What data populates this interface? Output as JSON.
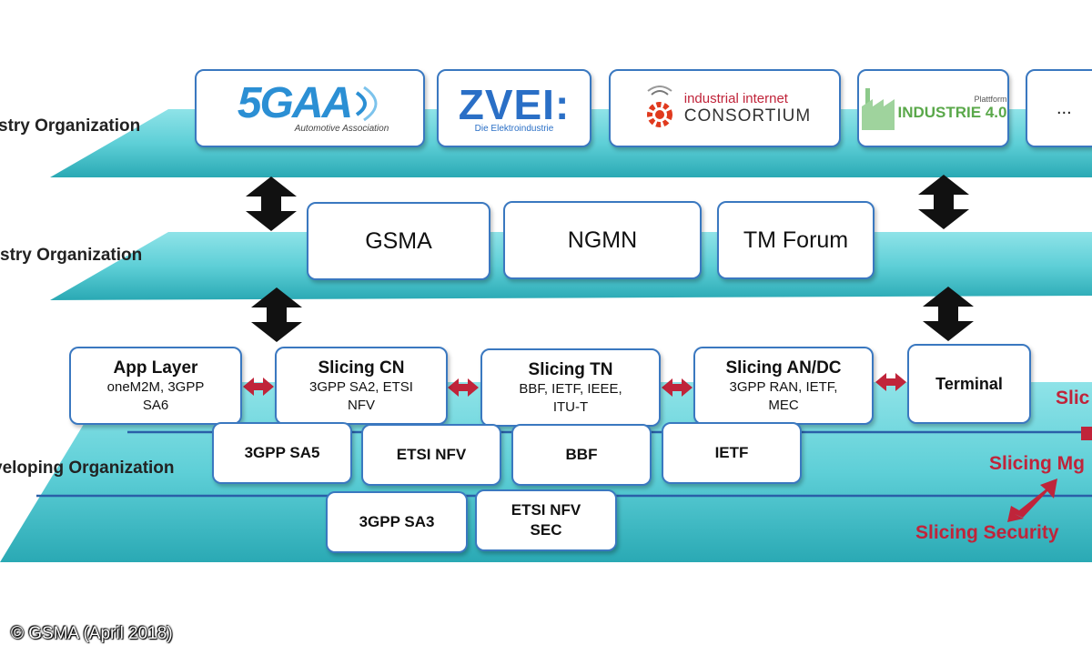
{
  "levels": {
    "top": "stry Organization",
    "middle": "stry Organization",
    "bottom": "veloping Organization"
  },
  "industry_orgs": [
    {
      "icon": "5gaa-logo",
      "name": "5GAA",
      "sub": "Automotive Association"
    },
    {
      "icon": "zvei-logo",
      "name": "ZVEI:",
      "sub": "Die Elektroindustrie"
    },
    {
      "icon": "iic-logo",
      "line1": "industrial internet",
      "line2": "CONSORTIUM"
    },
    {
      "icon": "industrie40-logo",
      "small": "Plattform",
      "name": "INDUSTRIE 4.0"
    },
    {
      "name": "..."
    }
  ],
  "telecom_orgs": [
    "GSMA",
    "NGMN",
    "TM Forum"
  ],
  "slicing_boxes": [
    {
      "title": "App Layer",
      "sub": [
        "oneM2M, 3GPP",
        "SA6"
      ]
    },
    {
      "title": "Slicing CN",
      "sub": [
        "3GPP SA2, ETSI",
        "NFV"
      ]
    },
    {
      "title": "Slicing TN",
      "sub": [
        "BBF, IETF, IEEE,",
        "ITU-T"
      ]
    },
    {
      "title": "Slicing AN/DC",
      "sub": [
        "3GPP RAN, IETF,",
        "MEC"
      ]
    },
    {
      "title": "Terminal",
      "sub": []
    }
  ],
  "sdo_row1": [
    "3GPP SA5",
    "ETSI NFV",
    "BBF",
    "IETF"
  ],
  "sdo_row2": [
    "3GPP SA3",
    "ETSI NFV SEC"
  ],
  "red_labels": {
    "slic": "Slic",
    "mgmt": "Slicing Mg",
    "security": "Slicing Security"
  },
  "copyright": "© GSMA (April 2018)",
  "colors": {
    "platform": "#5fd0d8",
    "box_border": "#3a78c0",
    "red_arrow": "#c0243a",
    "black_arrow": "#111111"
  }
}
